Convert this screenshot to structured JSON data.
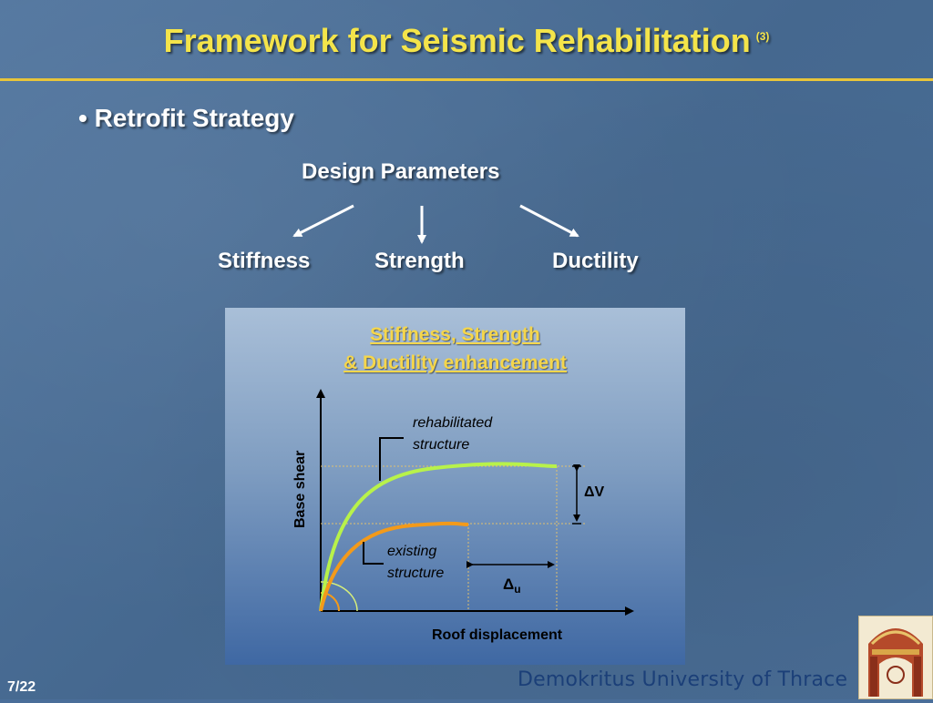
{
  "title": "Framework for Seismic Rehabilitation",
  "title_suffix": "(3)",
  "bullet": "• Retrofit Strategy",
  "design_parameters": "Design Parameters",
  "parameters": [
    "Stiffness",
    "Strength",
    "Ductility"
  ],
  "panel": {
    "title_line1": "Stiffness, Strength",
    "title_line2": "& Ductility enhancement",
    "y_axis_label": "Base shear",
    "x_axis_label": "Roof displacement",
    "rehab_label_line1": "rehabilitated",
    "rehab_label_line2": "structure",
    "existing_label_line1": "existing",
    "existing_label_line2": "structure",
    "delta_v": "ΔV",
    "delta_u": "Δ",
    "delta_u_sub": "u"
  },
  "colors": {
    "title": "#f4e44a",
    "rule": "#e8c53a",
    "rehab_curve": "#b8f24a",
    "existing_curve": "#f39a1a",
    "footer": "#1b3f78"
  },
  "page_number": "7/22",
  "footer": "Demokritus University of Thrace",
  "logo_icon": "university-gate-logo-icon"
}
